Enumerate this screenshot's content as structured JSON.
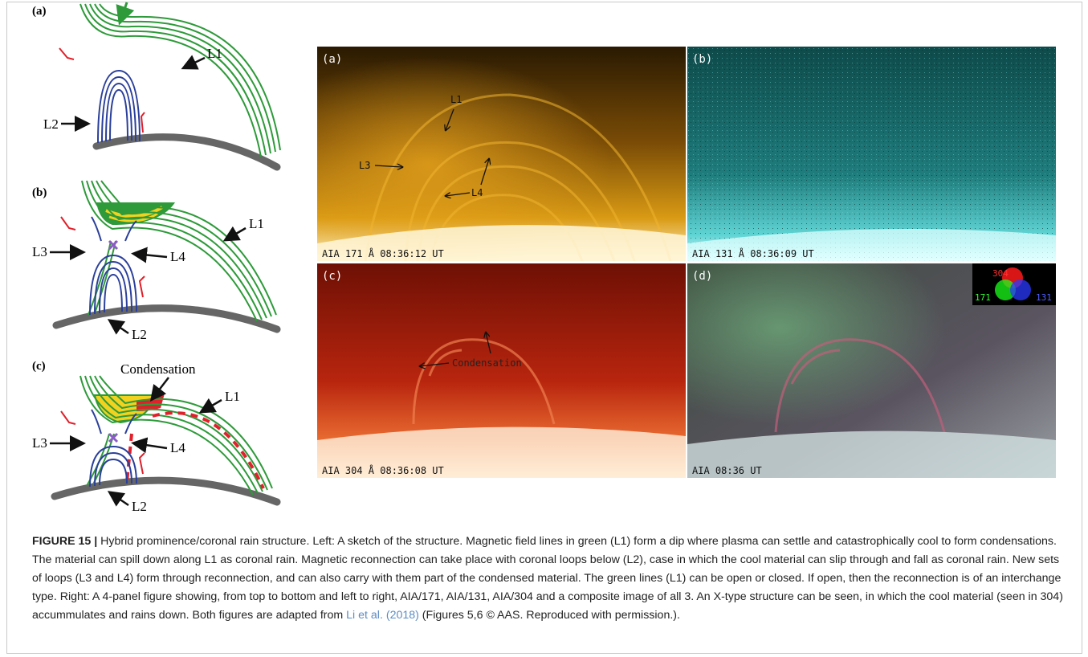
{
  "sketch": {
    "panel_a": {
      "letter": "(a)",
      "labels": {
        "l1": "L1",
        "l2": "L2"
      }
    },
    "panel_b": {
      "letter": "(b)",
      "labels": {
        "l1": "L1",
        "l2": "L2",
        "l3": "L3",
        "l4": "L4"
      }
    },
    "panel_c": {
      "letter": "(c)",
      "labels": {
        "l1": "L1",
        "l2": "L2",
        "l3": "L3",
        "l4": "L4",
        "condensation": "Condensation"
      }
    }
  },
  "observations": {
    "panel_a": {
      "letter": "(a)",
      "timestamp": "AIA 171 Å 08:36:12 UT",
      "labels": {
        "l1": "L1",
        "l3": "L3",
        "l4": "L4"
      }
    },
    "panel_b": {
      "letter": "(b)",
      "timestamp": "AIA 131 Å 08:36:09 UT"
    },
    "panel_c": {
      "letter": "(c)",
      "timestamp": "AIA 304 Å 08:36:08 UT",
      "labels": {
        "condensation": "Condensation"
      }
    },
    "panel_d": {
      "letter": "(d)",
      "timestamp": "AIA 08:36 UT",
      "legend": {
        "red": "304",
        "green": "171",
        "blue": "131"
      }
    }
  },
  "caption": {
    "figure_label": "FIGURE 15 |",
    "text_part1": " Hybrid prominence/coronal rain structure. Left: A sketch of the structure. Magnetic field lines in green (L1) form a dip where plasma can settle and catastrophically cool to form condensations. The material can spill down along L1 as coronal rain. Magnetic reconnection can take place with coronal loops below (L2), case in which the cool material can slip through and fall as coronal rain. New sets of loops (L3 and L4) form through reconnection, and can also carry with them part of the condensed material. The green lines (L1) can be open or closed. If open, then the reconnection is of an interchange type. Right: A 4-panel figure showing, from top to bottom and left to right, AIA/171, AIA/131, AIA/304 and a composite image of all 3. An X-type structure can be seen, in which the cool material (seen in 304) accummulates and rains down. Both figures are adapted from ",
    "reference": "Li et al. (2018)",
    "text_part2": " (Figures 5,6 © AAS. Reproduced with permission.)."
  },
  "colors": {
    "field_green": "#2e9a3a",
    "loop_blue": "#2a3f9a",
    "surface_gray": "#666666",
    "arrow_red": "#e0202a",
    "condensation_yellow": "#f2d21e",
    "aia171": "#d99a14",
    "aia131": "#3fb7b7",
    "aia304": "#c22c12",
    "reference_link": "#5b8cc4"
  }
}
